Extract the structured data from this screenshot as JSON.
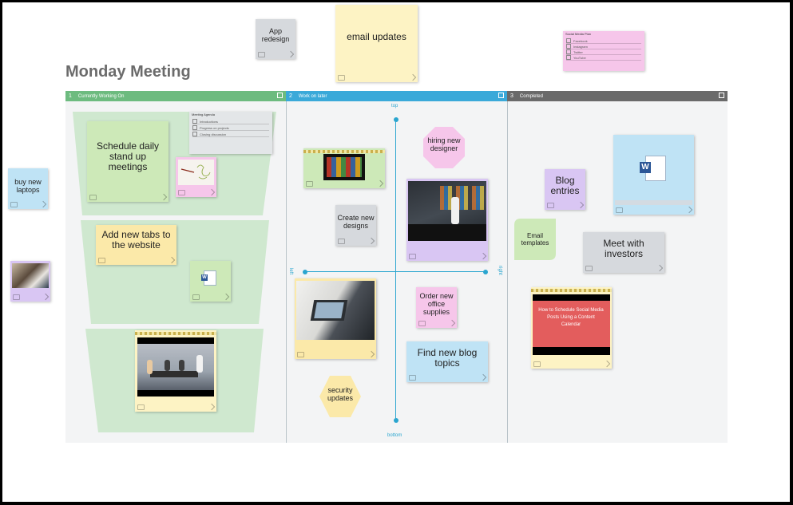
{
  "board": {
    "title": "Monday Meeting"
  },
  "columns": [
    {
      "number": "1",
      "label": "Currently Working On",
      "color": "#6dbb7f"
    },
    {
      "number": "2",
      "label": "Work on later",
      "color": "#3aa9d9"
    },
    {
      "number": "3",
      "label": "Completed",
      "color": "#6a6a6a"
    }
  ],
  "quadrant": {
    "top": "top",
    "bottom": "bottom",
    "left": "left",
    "right": "right"
  },
  "notes": {
    "app_redesign": "App redesign",
    "email_updates": "email updates",
    "buy_new_laptops": "buy new laptops",
    "schedule_standups": "Schedule daily stand up meetings",
    "add_new_tabs": "Add new tabs to the website",
    "hiring_designer": "hiring new designer",
    "create_designs": "Create new designs",
    "order_supplies": "Order new office supplies",
    "find_blog_topics": "Find new blog topics",
    "security_updates": "security updates",
    "blog_entries": "Blog entries",
    "email_templates": "Email templates",
    "meet_investors": "Meet with investors"
  },
  "lists": {
    "social_media": {
      "title": "Social Media Plan",
      "items": [
        "Facebook",
        "Instagram",
        "Twitter",
        "YouTube"
      ]
    },
    "meeting_agenda": {
      "title": "Meeting Agenda",
      "items": [
        "Introductions",
        "Progress on projects",
        "Closing discussion"
      ]
    }
  },
  "media": {
    "blog_post_title": "How to Schedule Social Media Posts Using a Content Calendar"
  },
  "icons": {
    "word_doc": "word-document-icon"
  }
}
